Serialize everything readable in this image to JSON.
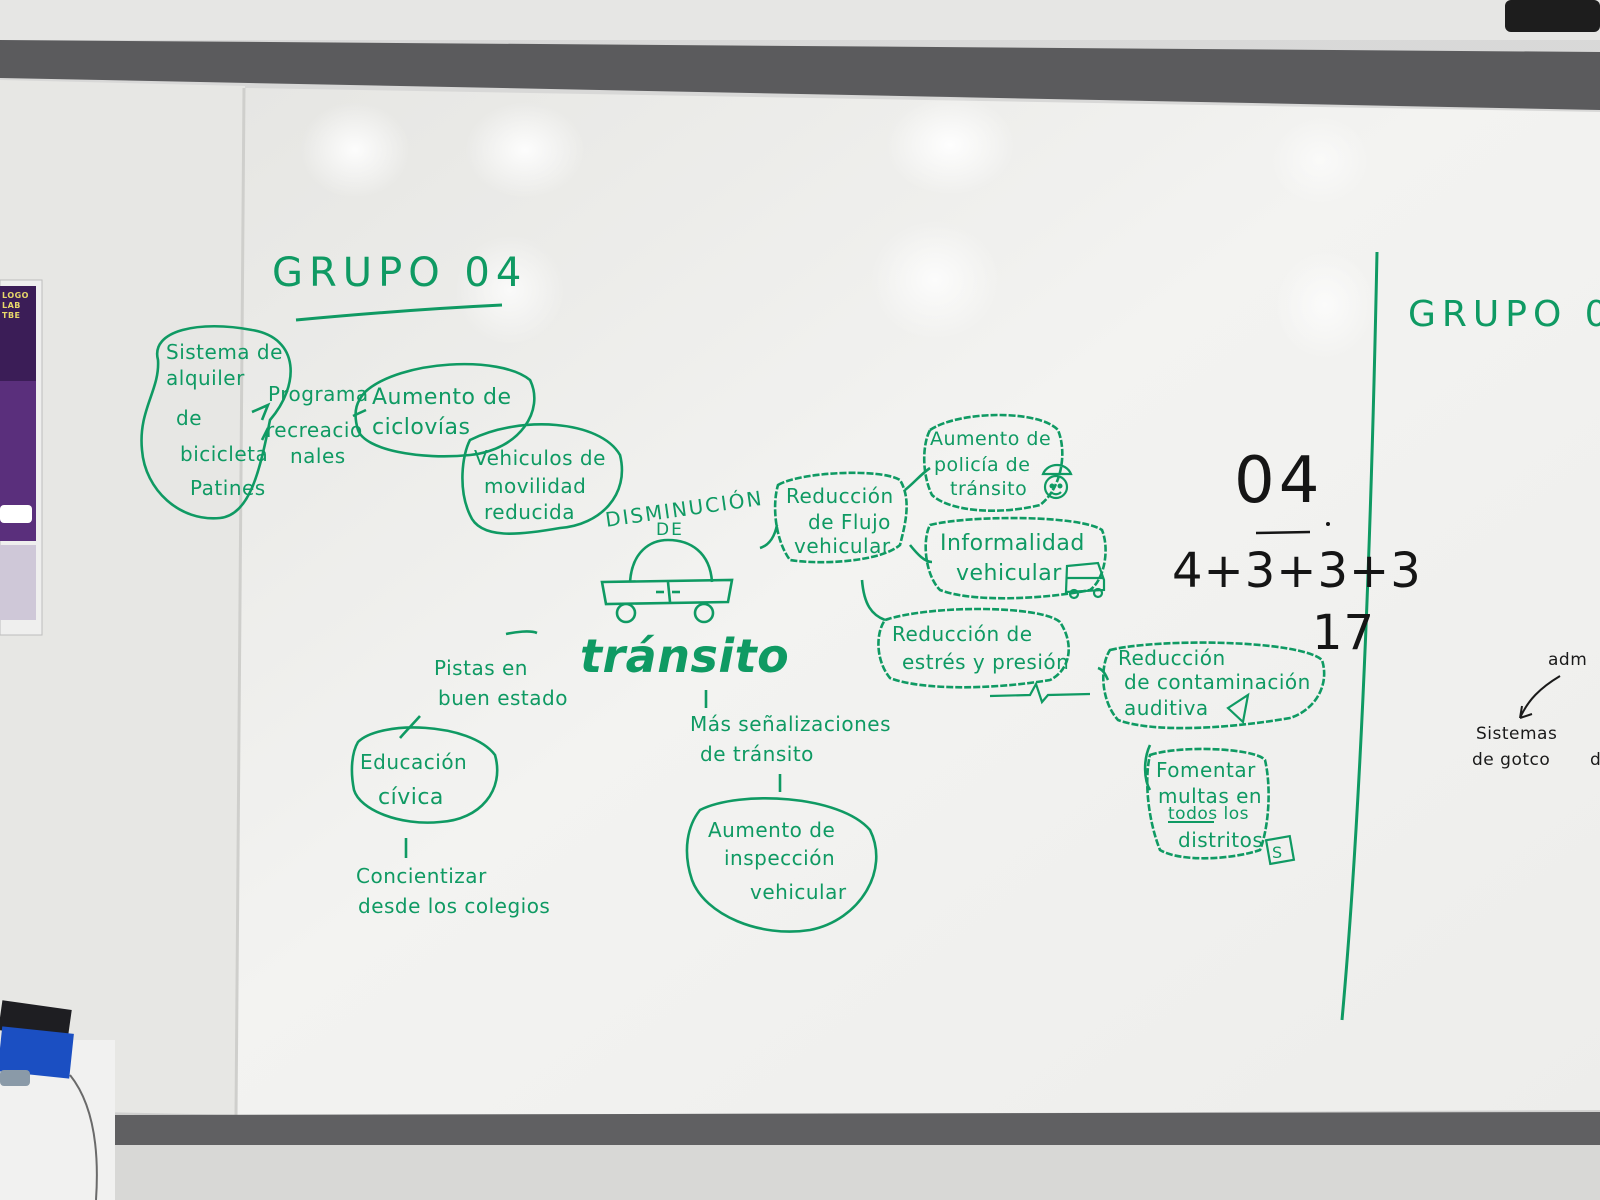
{
  "board": {
    "title": "GRUPO 04",
    "right_title": "GRUPO 0",
    "score_number": "04",
    "score_sum": "4+3+3+3",
    "score_total": "17",
    "right_notes": [
      "adm",
      "Sistemas",
      "de gotco",
      "d"
    ],
    "poster_lines": [
      "LOGO",
      "LAB",
      "TBE"
    ]
  },
  "mindmap": {
    "center_top": "DISMINUCIÓN",
    "center_de": "DE",
    "center_word": "tránsito",
    "nodes": {
      "sistema": [
        "Sistema de",
        "alquiler",
        "de",
        "bicicleta",
        "Patines"
      ],
      "programas": [
        "Programa",
        "recreacio",
        "nales"
      ],
      "ciclovias": [
        "Aumento de",
        "ciclovías"
      ],
      "vehiculos_movilidad": [
        "Vehiculos de",
        "movilidad",
        "reducida"
      ],
      "pistas": [
        "Pistas en",
        "buen estado"
      ],
      "educacion": [
        "Educación",
        "cívica"
      ],
      "concientizar": [
        "Concientizar",
        "desde los colegios"
      ],
      "senalizaciones": [
        "Más señalizaciones",
        "de tránsito"
      ],
      "inspeccion": [
        "Aumento de",
        "inspección",
        "vehicular"
      ],
      "flujo": [
        "Reducción",
        "de Flujo",
        "vehicular"
      ],
      "policia": [
        "Aumento de",
        "policía de",
        "tránsito"
      ],
      "informalidad": [
        "Informalidad",
        "vehicular"
      ],
      "estres": [
        "Reducción de",
        "estrés y presión"
      ],
      "contaminacion": [
        "Reducción",
        "de contaminación",
        "auditiva"
      ],
      "multas": [
        "Fomentar",
        "multas en",
        "todos los",
        "distritos"
      ]
    }
  },
  "colors": {
    "marker_green": "#0f9a63",
    "marker_black": "#151515",
    "board_white": "#f4f4f2",
    "frame_gray": "#5b5b5d"
  },
  "icons": [
    "car-icon",
    "police-face-icon",
    "van-icon",
    "heartbeat-icon",
    "megaphone-icon",
    "money-icon"
  ]
}
